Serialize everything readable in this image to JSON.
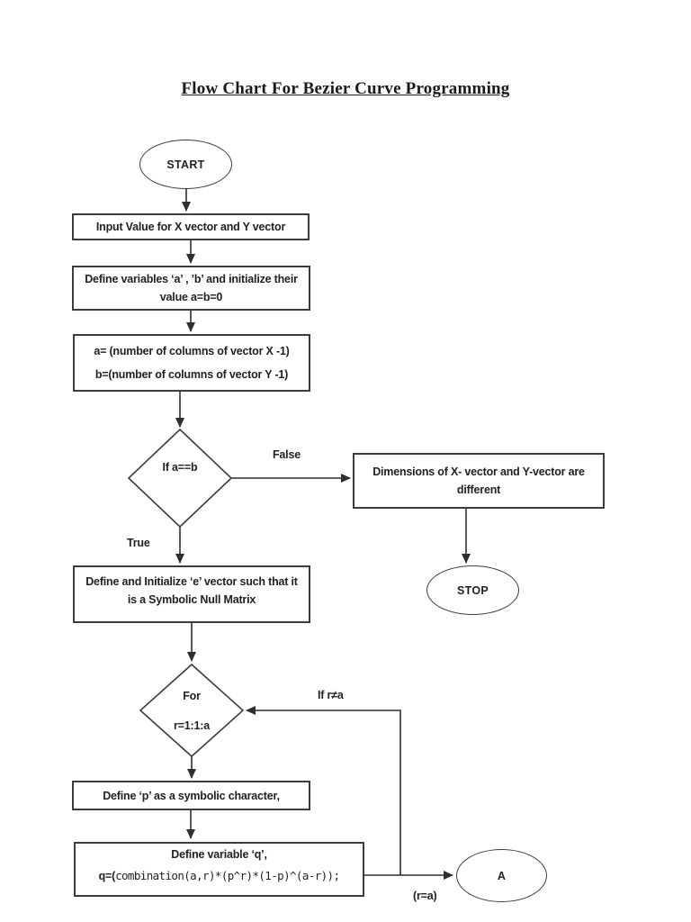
{
  "page": {
    "title": "Flow Chart For Bezier Curve Programming"
  },
  "nodes": {
    "start": {
      "label": "START"
    },
    "input_values": {
      "label": "Input Value for X vector and Y vector"
    },
    "define_ab": {
      "line1": "Define variables ‘a’ , ’b’ and initialize their",
      "line2": "value a=b=0"
    },
    "count_columns": {
      "line1": "a= (number of columns of vector X -1)",
      "line2": "b=(number of columns of vector Y -1)"
    },
    "check_equal": {
      "label": "If a==b"
    },
    "dimensions_differ": {
      "line1": "Dimensions of X- vector and Y-vector are",
      "line2": "different"
    },
    "stop": {
      "label": "STOP"
    },
    "define_e": {
      "line1": "Define and Initialize ‘e’ vector such that it",
      "line2": "is a Symbolic Null Matrix"
    },
    "for_loop": {
      "line1": "For",
      "line2": "r=1:1:a"
    },
    "define_p": {
      "label": "Define ‘p’ as a symbolic character,"
    },
    "define_q": {
      "line1": "Define variable ‘q’,",
      "formula_prefix": "q=(",
      "formula_body": "combination(a,r)*(p^r)*(1-p)^(a-r));"
    },
    "connector_a": {
      "label": "A"
    }
  },
  "edge_labels": {
    "false_branch": "False",
    "true_branch": "True",
    "loop_repeat": "If r≠a",
    "loop_exit": "(r=a)"
  }
}
